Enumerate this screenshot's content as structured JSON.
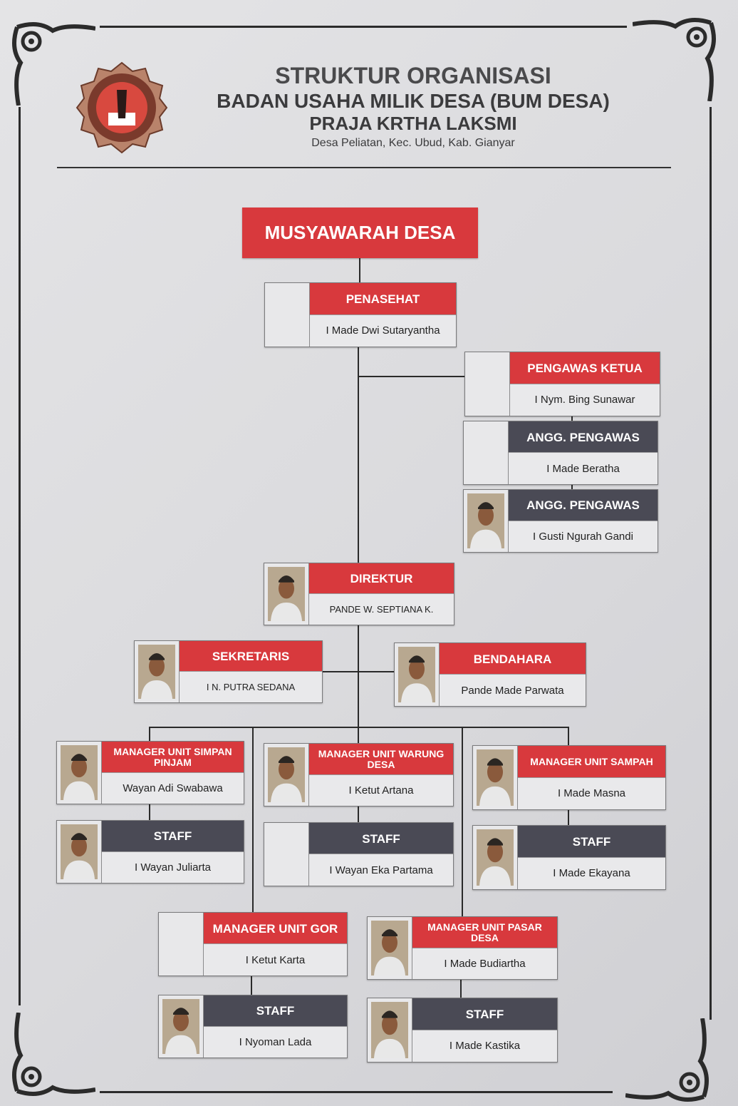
{
  "header": {
    "title": "STRUKTUR ORGANISASI",
    "subtitle": "BADAN USAHA MILIK DESA (BUM DESA)",
    "name": "PRAJA KRTHA LAKSMI",
    "location": "Desa Peliatan, Kec. Ubud, Kab. Gianyar"
  },
  "top": {
    "label": "MUSYAWARAH DESA"
  },
  "colors": {
    "red": "#d8393d",
    "dark": "#4a4a55"
  },
  "cards": [
    {
      "title": "PENASEHAT",
      "name": "I Made Dwi Sutaryantha",
      "style": "red",
      "photo": false
    },
    {
      "title": "PENGAWAS KETUA",
      "name": "I Nym. Bing Sunawar",
      "style": "red",
      "photo": false
    },
    {
      "title": "ANGG. PENGAWAS",
      "name": "I Made Beratha",
      "style": "dark",
      "photo": false
    },
    {
      "title": "ANGG. PENGAWAS",
      "name": "I Gusti Ngurah Gandi",
      "style": "dark",
      "photo": true
    },
    {
      "title": "DIREKTUR",
      "name": "PANDE W. SEPTIANA K.",
      "style": "red",
      "photo": true
    },
    {
      "title": "SEKRETARIS",
      "name": "I N. PUTRA SEDANA",
      "style": "red",
      "photo": true
    },
    {
      "title": "BENDAHARA",
      "name": "Pande Made Parwata",
      "style": "red",
      "photo": true
    },
    {
      "title": "MANAGER UNIT SIMPAN PINJAM",
      "name": "Wayan Adi Swabawa",
      "style": "red",
      "photo": true
    },
    {
      "title": "STAFF",
      "name": "I Wayan Juliarta",
      "style": "dark",
      "photo": true
    },
    {
      "title": "MANAGER UNIT WARUNG DESA",
      "name": "I Ketut Artana",
      "style": "red",
      "photo": true
    },
    {
      "title": "STAFF",
      "name": "I Wayan Eka Partama",
      "style": "dark",
      "photo": false
    },
    {
      "title": "MANAGER UNIT SAMPAH",
      "name": "I Made Masna",
      "style": "red",
      "photo": true
    },
    {
      "title": "STAFF",
      "name": "I Made Ekayana",
      "style": "dark",
      "photo": true
    },
    {
      "title": "MANAGER UNIT GOR",
      "name": "I Ketut Karta",
      "style": "red",
      "photo": false
    },
    {
      "title": "STAFF",
      "name": "I Nyoman Lada",
      "style": "dark",
      "photo": true
    },
    {
      "title": "MANAGER UNIT PASAR DESA",
      "name": "I Made Budiartha",
      "style": "red",
      "photo": true
    },
    {
      "title": "STAFF",
      "name": "I Made Kastika",
      "style": "dark",
      "photo": true
    }
  ]
}
